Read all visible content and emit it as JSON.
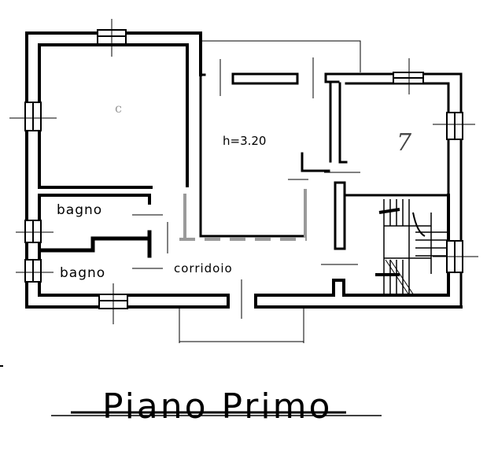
{
  "drawing": {
    "title": "Piano Primo",
    "type": "architectural floor plan",
    "colors": {
      "wall": "#000000",
      "highlight": "#9a9a9a",
      "background": "#ffffff"
    }
  },
  "rooms": [
    {
      "id": "bagno_1",
      "label": "bagno"
    },
    {
      "id": "bagno_2",
      "label": "bagno"
    },
    {
      "id": "corridoio",
      "label": "corridoio"
    },
    {
      "id": "central_room",
      "label": "h=3.20"
    },
    {
      "id": "right_room",
      "label": "7"
    }
  ],
  "annotations": {
    "ceiling_height": "h=3.20",
    "room_marker_right": "7",
    "room_marker_left": "c"
  }
}
